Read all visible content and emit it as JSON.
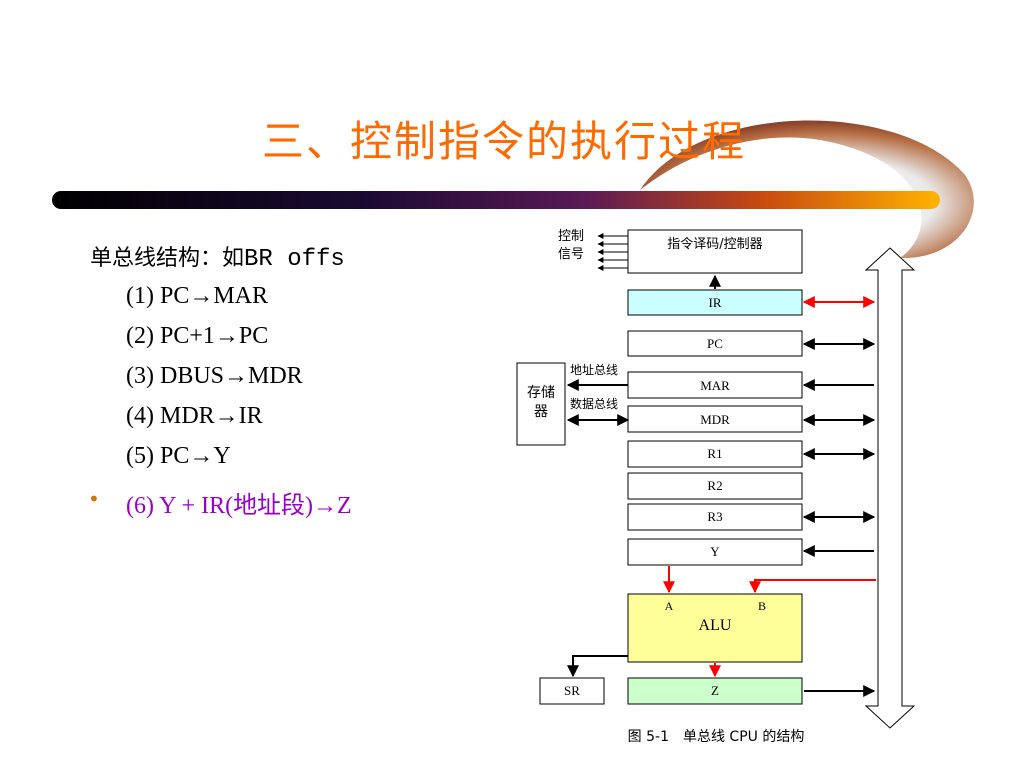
{
  "title": "三、控制指令的执行过程",
  "body": {
    "heading_prefix": "单总线结构：如",
    "heading_code": "BR offs",
    "steps": [
      "(1) PC→MAR",
      "(2) PC+1→PC",
      "(3) DBUS→MDR",
      "(4) MDR→IR",
      "(5) PC→Y"
    ],
    "bullet_step": "(6) Y + IR(地址段)→Z"
  },
  "diagram": {
    "control_signal": [
      "控制",
      "信号"
    ],
    "decoder": "指令译码/控制器",
    "registers": [
      "IR",
      "PC",
      "MAR",
      "MDR",
      "R1",
      "R2",
      "R3",
      "Y"
    ],
    "memory": [
      "存储",
      "器"
    ],
    "address_bus": "地址总线",
    "data_bus": "数据总线",
    "alu": "ALU",
    "alu_input_a": "A",
    "alu_input_b": "B",
    "sr": "SR",
    "z": "Z",
    "caption": "图 5-1　单总线 CPU 的结构"
  },
  "colors": {
    "title": "#ff6a00",
    "highlight_text": "#9900cc",
    "bullet": "#cc7a00",
    "ir_fill": "#ccffff",
    "alu_fill": "#ffff99",
    "z_fill": "#ccffcc",
    "active_arrow": "#ff0000"
  }
}
